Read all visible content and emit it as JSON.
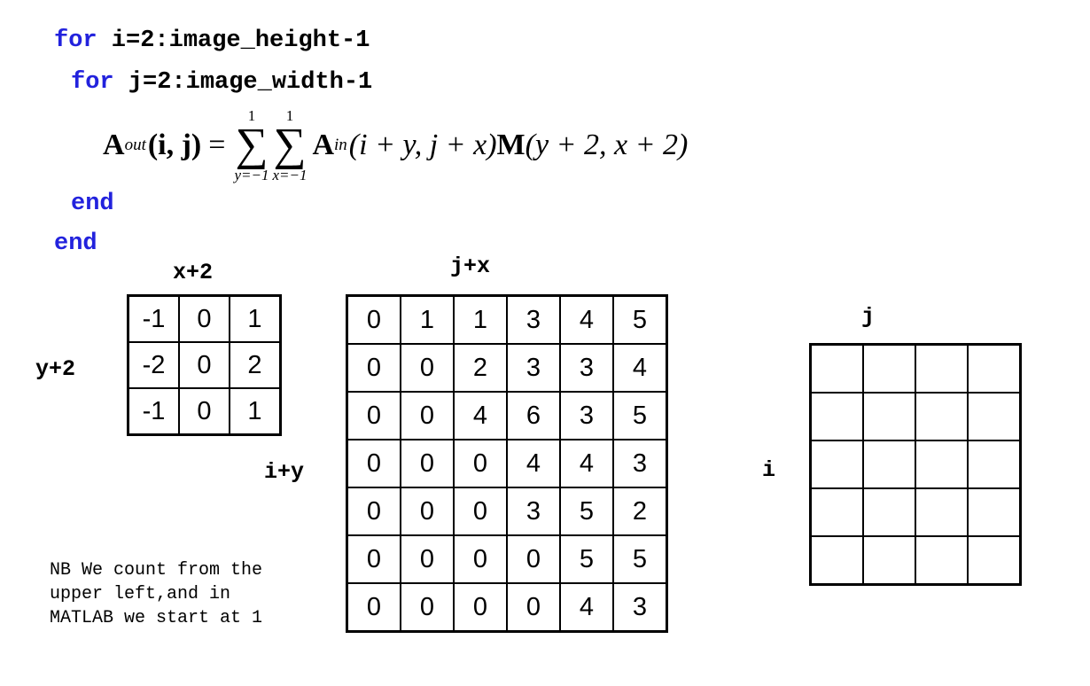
{
  "code": {
    "line1": {
      "keyword": "for",
      "rest": " i=2:image_height-1"
    },
    "line2": {
      "keyword": "for",
      "rest": " j=2:image_width-1"
    },
    "line3": {
      "keyword": "end"
    },
    "line4": {
      "keyword": "end"
    }
  },
  "formula": {
    "lhs_var": "A",
    "lhs_sub": "out",
    "lhs_args": "(i, j)",
    "equals": "=",
    "sum1": {
      "upper": "1",
      "lower": "y=−1"
    },
    "sum2": {
      "upper": "1",
      "lower": "x=−1"
    },
    "term1_var": "A",
    "term1_sub": "in",
    "term1_args": "(i + y, j + x)",
    "term2_var": "M",
    "term2_args": "(y + 2, x + 2)"
  },
  "labels": {
    "kernel_col": "x+2",
    "kernel_row": "y+2",
    "image_col": "j+x",
    "image_row": "i+y",
    "output_col": "j",
    "output_row": "i"
  },
  "kernel": [
    [
      "-1",
      "0",
      "1"
    ],
    [
      "-2",
      "0",
      "2"
    ],
    [
      "-1",
      "0",
      "1"
    ]
  ],
  "image": [
    [
      "0",
      "1",
      "1",
      "3",
      "4",
      "5"
    ],
    [
      "0",
      "0",
      "2",
      "3",
      "3",
      "4"
    ],
    [
      "0",
      "0",
      "4",
      "6",
      "3",
      "5"
    ],
    [
      "0",
      "0",
      "0",
      "4",
      "4",
      "3"
    ],
    [
      "0",
      "0",
      "0",
      "3",
      "5",
      "2"
    ],
    [
      "0",
      "0",
      "0",
      "0",
      "5",
      "5"
    ],
    [
      "0",
      "0",
      "0",
      "0",
      "4",
      "3"
    ]
  ],
  "output": {
    "rows": 5,
    "cols": 4
  },
  "note": {
    "line1": "NB We count from the",
    "line2": "upper left,and in",
    "line3": "MATLAB we start at 1"
  },
  "colors": {
    "keyword": "#2222dd"
  }
}
